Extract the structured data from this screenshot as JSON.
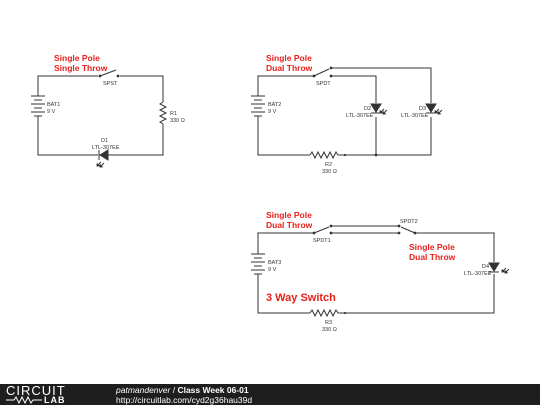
{
  "diagram": {
    "circuit1": {
      "note": [
        "Single Pole",
        "Single Throw"
      ],
      "switch": "SPST",
      "battery": {
        "name": "BAT1",
        "value": "9 V"
      },
      "resistor": {
        "name": "R1",
        "value": "330 Ω"
      },
      "led": {
        "name": "D1",
        "part": "LTL-307EE"
      }
    },
    "circuit2": {
      "note": [
        "Single Pole",
        "Dual Throw"
      ],
      "switch": "SPDT",
      "battery": {
        "name": "BAT2",
        "value": "9 V"
      },
      "resistor": {
        "name": "R2",
        "value": "330 Ω"
      },
      "led_a": {
        "name": "D2",
        "part": "LTL-307EE"
      },
      "led_b": {
        "name": "D3",
        "part": "LTL-307EE"
      }
    },
    "circuit3": {
      "note_left": [
        "Single Pole",
        "Dual Throw"
      ],
      "note_right": [
        "Single Pole",
        "Dual Throw"
      ],
      "switch_a": "SPDT1",
      "switch_b": "SPDT2",
      "battery": {
        "name": "BAT3",
        "value": "9 V"
      },
      "resistor": {
        "name": "R3",
        "value": "330 Ω"
      },
      "led": {
        "name": "D4",
        "part": "LTL-307EE"
      },
      "caption": "3 Way Switch"
    }
  },
  "footer": {
    "logo_top": "CIRCUIT",
    "logo_bottom": "LAB",
    "user": "patmandenver",
    "separator": " / ",
    "title": "Class Week 06-01",
    "url": "http://circuitlab.com/cyd2g36hau39d"
  },
  "colors": {
    "annotation": "#e8201a",
    "wire": "#333333",
    "footer_bg": "#1e1e1e"
  }
}
